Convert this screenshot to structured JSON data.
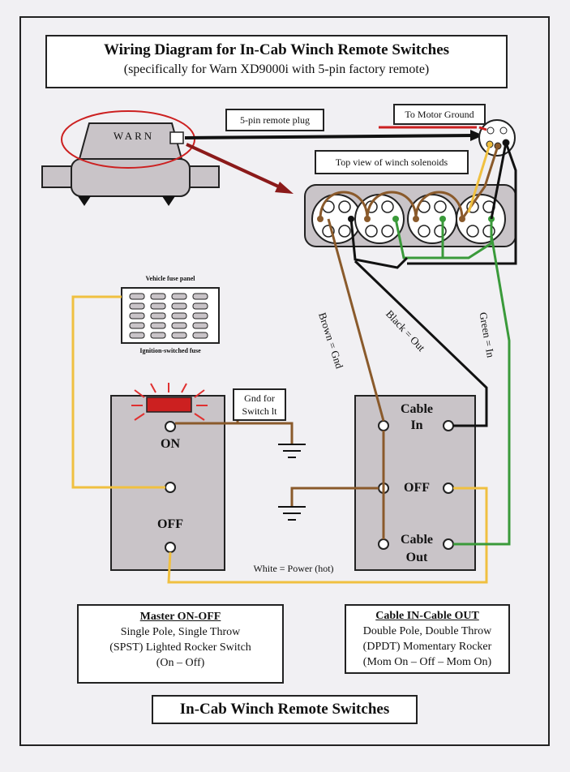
{
  "title": {
    "main": "Wiring Diagram for In-Cab Winch Remote Switches",
    "sub": "(specifically for Warn XD9000i with 5-pin factory remote)"
  },
  "winch": {
    "brand": "WARN"
  },
  "labels": {
    "remote_plug": "5-pin remote plug",
    "motor_ground": "To Motor Ground",
    "solenoids": "Top view of winch solenoids",
    "fuse_panel": "Vehicle fuse panel",
    "ignition_fuse": "Ignition-switched fuse",
    "gnd_for_switch_line1": "Gnd for",
    "gnd_for_switch_line2": "Switch lt",
    "brown_wire": "Brown = Gnd",
    "black_wire": "Black = Out",
    "green_wire": "Green = In",
    "white_wire": "White = Power (hot)"
  },
  "master_switch": {
    "on": "ON",
    "off": "OFF"
  },
  "cable_switch": {
    "in_line1": "Cable",
    "in_line2": "In",
    "off": "OFF",
    "out_line1": "Cable",
    "out_line2": "Out"
  },
  "master_desc": {
    "heading": "Master ON-OFF",
    "line1": "Single Pole, Single Throw",
    "line2": "(SPST) Lighted Rocker Switch",
    "line3": "(On – Off)"
  },
  "cable_desc": {
    "heading": "Cable IN-Cable OUT",
    "line1": "Double Pole, Double Throw",
    "line2": "(DPDT) Momentary Rocker",
    "line3": "(Mom On – Off – Mom On)"
  },
  "footer": {
    "title": "In-Cab Winch Remote Switches"
  },
  "colors": {
    "brown": "#8a5a2b",
    "black": "#111111",
    "green": "#3a9a3a",
    "white_wire": "#f0c040",
    "switch_body": "#c9c4c8",
    "red": "#cc2020"
  }
}
